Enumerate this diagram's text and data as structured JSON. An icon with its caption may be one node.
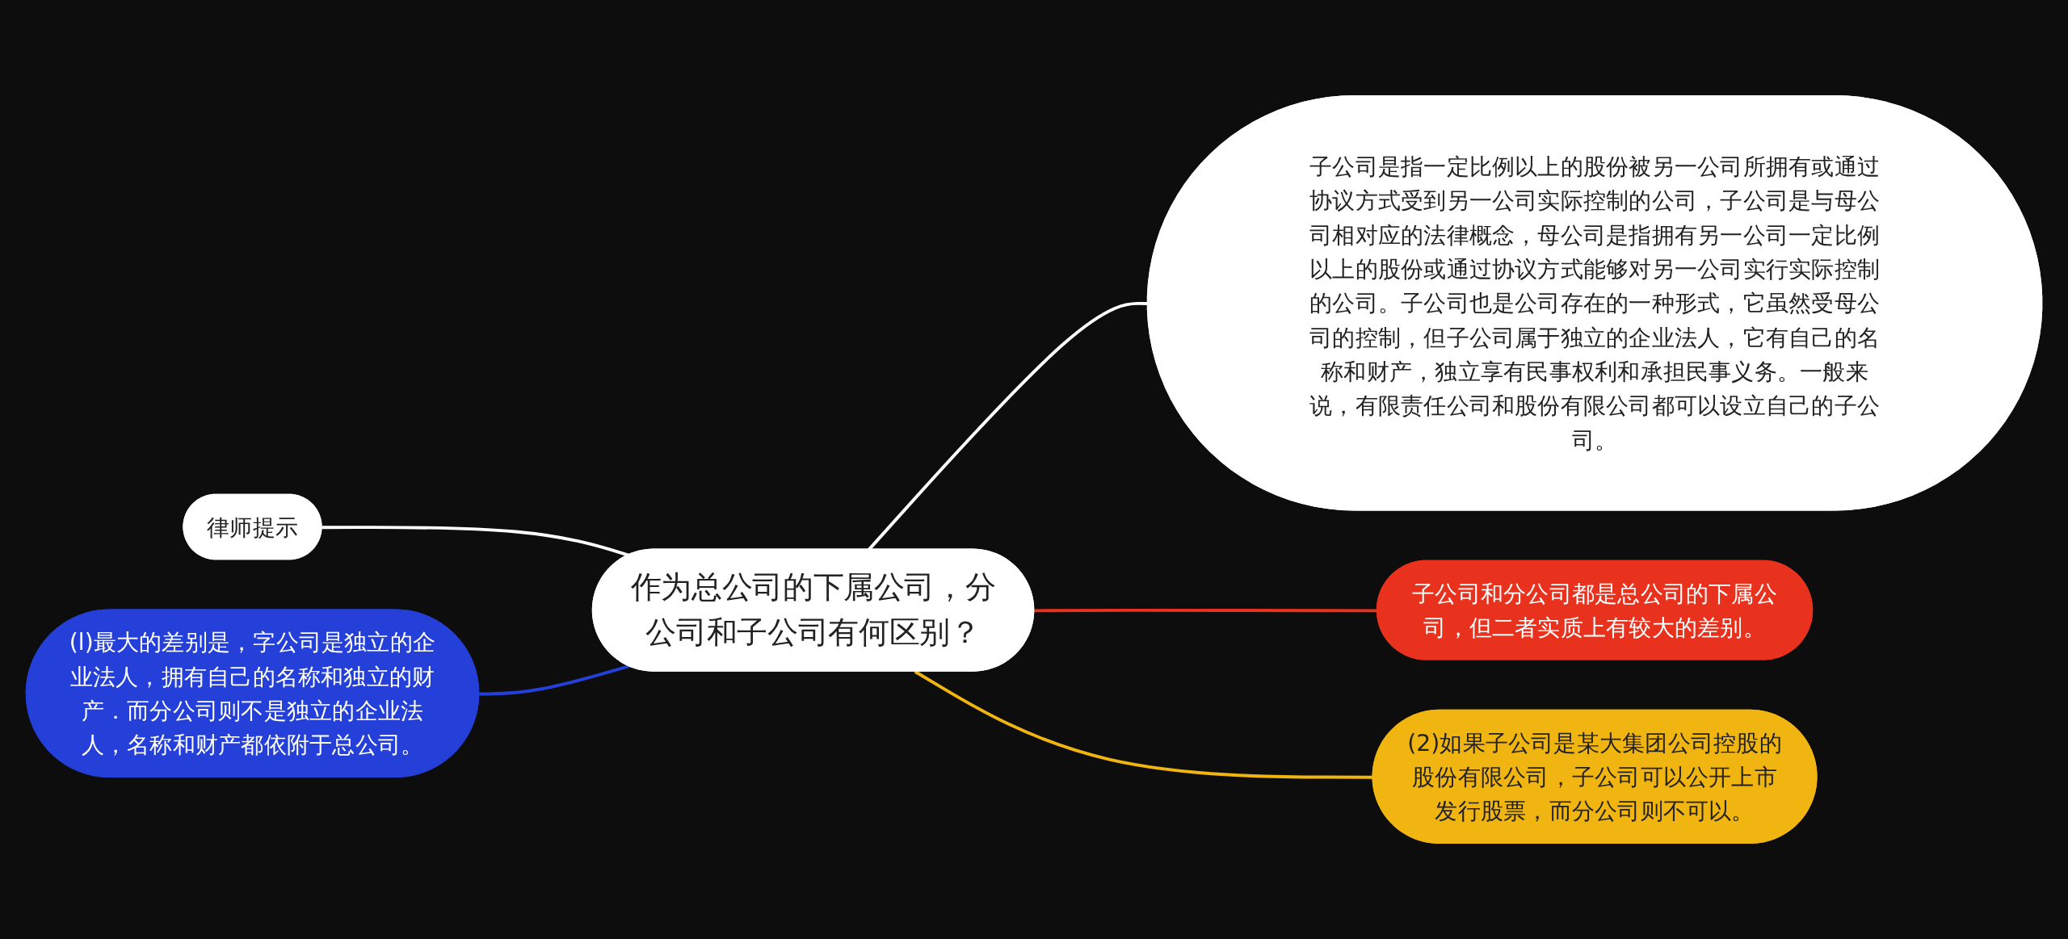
{
  "diagram": {
    "nodes": [
      {
        "text": [
          "作为总公司的下属公司，分公司和子公司有何区别？"
        ]
      },
      {
        "text": [
          "律师提示"
        ]
      },
      {
        "text": [
          "(l)最大的差别是，字公司是独立的企业法人，拥有自己的名称和独立的财产．而分公司则不是独立的企业法人，名称和财产都依附于总公司。"
        ]
      },
      {
        "text": [
          "子公司是指一定比例以上的股份被另一公司所拥有或通过协议方式受到另一公司实际控制的公司，子公司是与母公司相对应的法律概念，母公司是指拥有另一公司一定比例以上的股份或通过协议方式能够对另一公司实行实际控制的公司。子公司也是公司存在的一种形式，它虽然受母公司的控制，但子公司属于独立的企业法人，它有自己的名称和财产，独立享有民事权利和承担民事义务。一般来说，有限责任公司和股份有限公司都可以设立自己的子公司。"
        ]
      },
      {
        "text": [
          "子公司和分公司都是总公司的下属公司，但二者实质上有较大的差别。"
        ]
      },
      {
        "text": [
          "(2)如果子公司是某大集团公司控股的股份有限公司，子公司可以公开上市发行股票，而分公司则不可以。"
        ]
      }
    ],
    "edges": [
      {
        "from": 1,
        "to": 0,
        "arrow": "none"
      },
      {
        "from": 2,
        "to": 0,
        "arrow": "none",
        "color": "#2440d8"
      },
      {
        "from": 0,
        "to": 3,
        "arrow": "none"
      },
      {
        "from": 0,
        "to": 4,
        "arrow": "none",
        "color": "#e8321e"
      },
      {
        "from": 0,
        "to": 5,
        "arrow": "none",
        "color": "#f0b510"
      }
    ]
  }
}
